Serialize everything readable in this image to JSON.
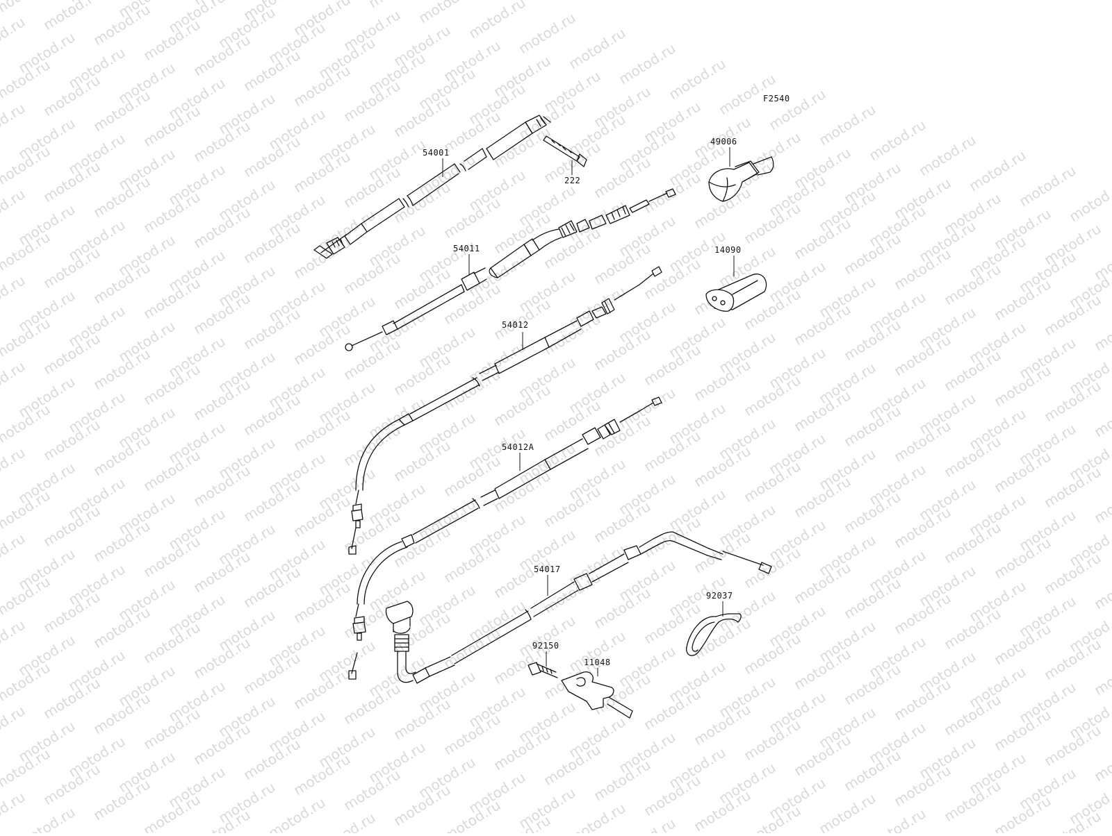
{
  "diagram": {
    "figure_code": "F2540",
    "watermark_text": "motod.ru",
    "callouts": [
      {
        "id": "54001",
        "text": "54001"
      },
      {
        "id": "222",
        "text": "222"
      },
      {
        "id": "49006",
        "text": "49006"
      },
      {
        "id": "54011",
        "text": "54011"
      },
      {
        "id": "14090",
        "text": "14090"
      },
      {
        "id": "54012",
        "text": "54012"
      },
      {
        "id": "54012A",
        "text": "54012A"
      },
      {
        "id": "54017",
        "text": "54017"
      },
      {
        "id": "92037",
        "text": "92037"
      },
      {
        "id": "92150",
        "text": "92150"
      },
      {
        "id": "11048",
        "text": "11048"
      }
    ]
  },
  "colors": {
    "line": "#111111",
    "watermark": "#d9d9d9",
    "background": "#ffffff"
  }
}
